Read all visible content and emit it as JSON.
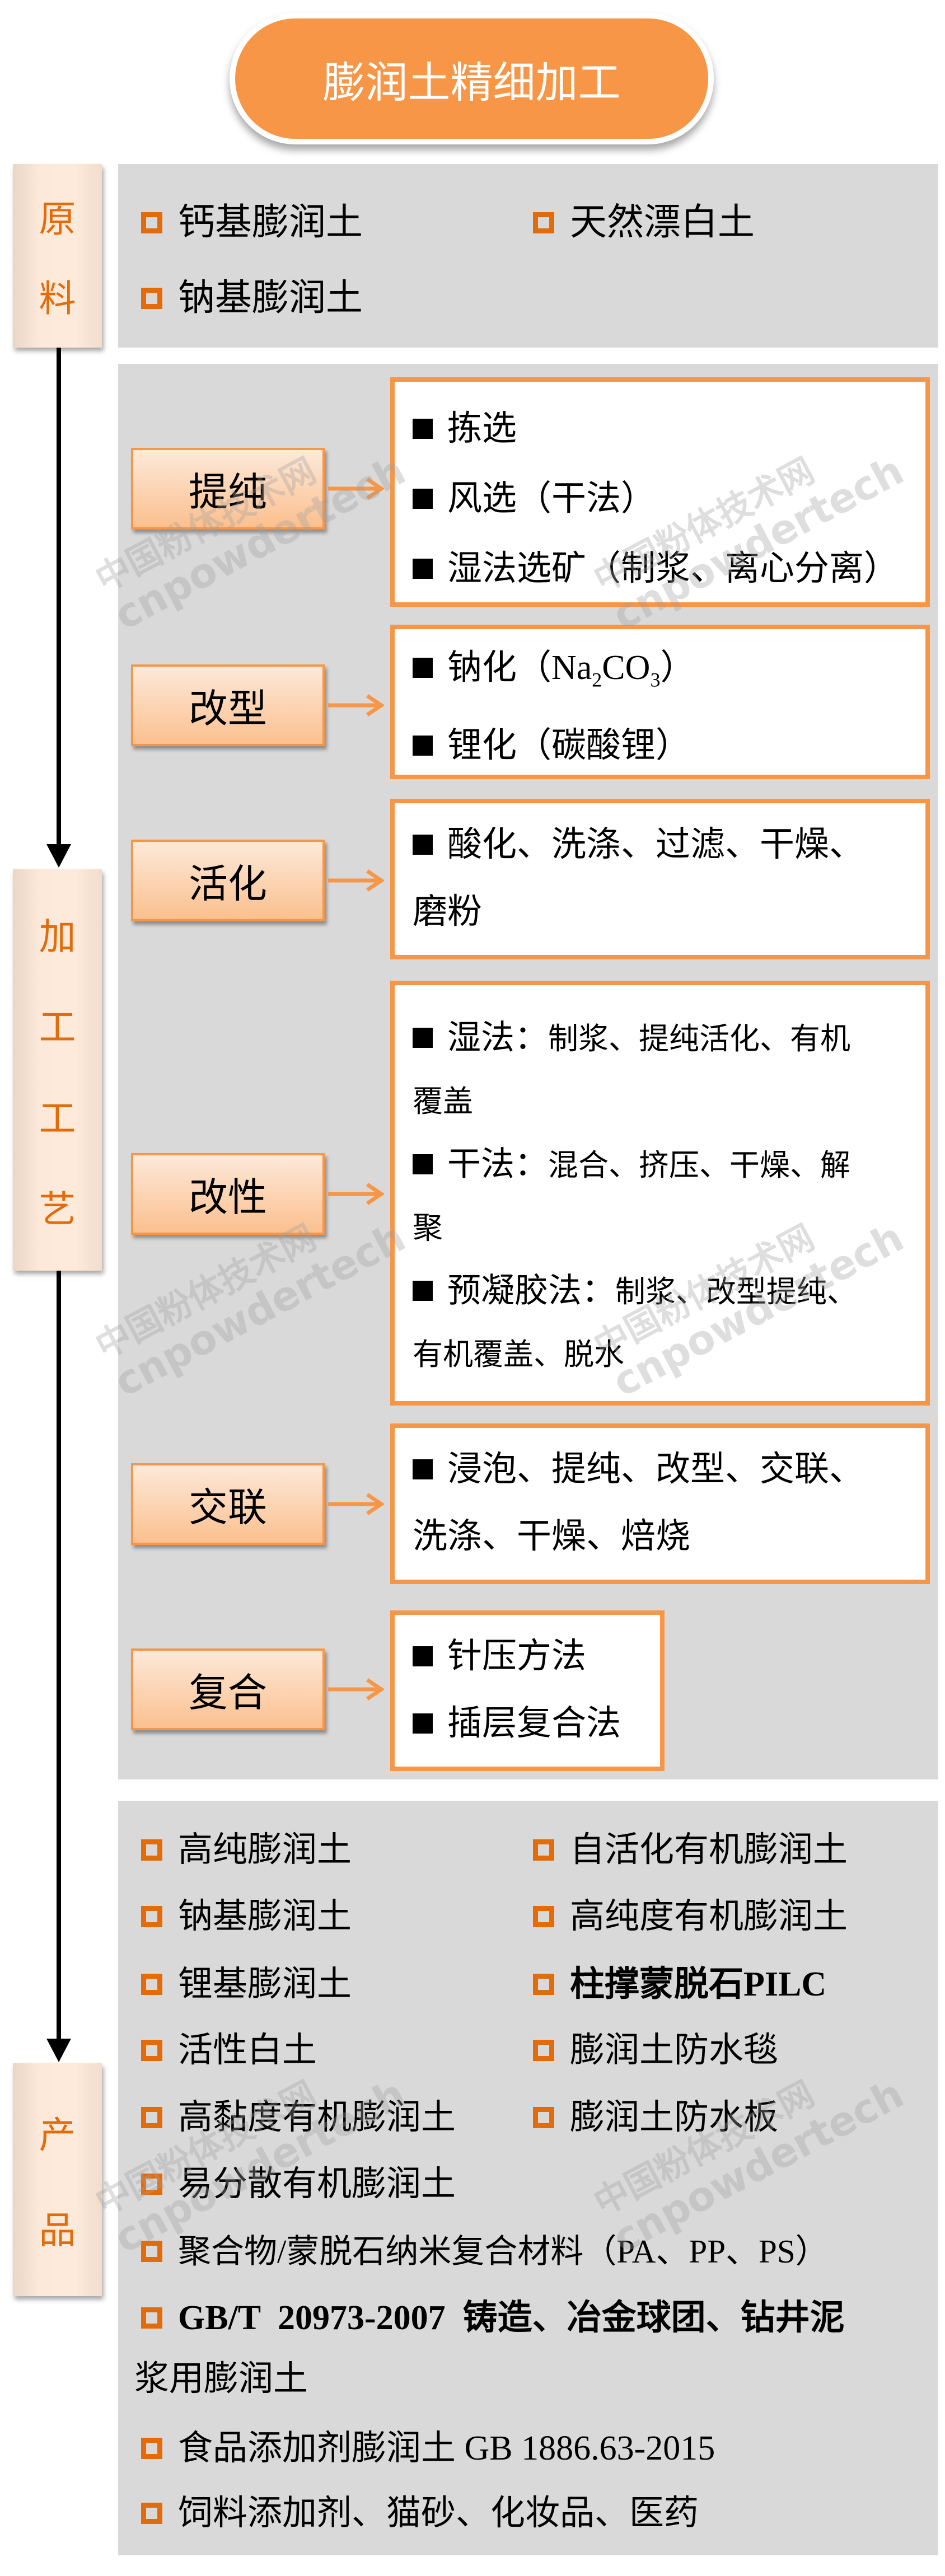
{
  "title": "膨润土精细加工",
  "raw_materials": {
    "tab_label": [
      "原",
      "料"
    ],
    "items": [
      "钙基膨润土",
      "天然漂白土",
      "钠基膨润土"
    ]
  },
  "processing": {
    "tab_label": [
      "加",
      "工",
      "工",
      "艺"
    ],
    "steps": [
      {
        "label": "提纯",
        "details": [
          "拣选",
          "风选（干法）",
          "湿法选矿（制浆、离心分离）"
        ]
      },
      {
        "label": "改型",
        "details": [
          "钠化（Na",
          "2",
          "CO",
          "3",
          "）",
          "锂化（碳酸锂）"
        ]
      },
      {
        "label": "活化",
        "details": [
          "酸化、洗涤、过滤、干燥、",
          "磨粉"
        ]
      },
      {
        "label": "改性",
        "details": [
          "湿法：",
          "制浆、提纯活化、有机",
          "覆盖",
          "干法：",
          "混合、挤压、干燥、解",
          "聚",
          "预凝胶法：",
          "制浆、改型提纯、",
          "有机覆盖、脱水"
        ]
      },
      {
        "label": "交联",
        "details": [
          "浸泡、提纯、改型、交联、",
          "洗涤、干燥、焙烧"
        ]
      },
      {
        "label": "复合",
        "details": [
          "针压方法",
          "插层复合法"
        ]
      }
    ]
  },
  "products": {
    "tab_label": [
      "产",
      "品"
    ],
    "items": [
      "高纯膨润土",
      "自活化有机膨润土",
      "钠基膨润土",
      "高纯度有机膨润土",
      "锂基膨润土",
      "柱撑蒙脱石PILC",
      "活性白土",
      "膨润土防水毯",
      "高黏度有机膨润土",
      "膨润土防水板",
      "易分散有机膨润土",
      "聚合物/蒙脱石纳米复合材料（PA、PP、PS）",
      "GB/T  20973-2007  铸造、冶金球团、钻井泥",
      "浆用膨润土",
      "食品添加剂膨润土 GB 1886.63-2015",
      "饲料添加剂、猫砂、化妆品、医药"
    ]
  },
  "watermark": {
    "line1": "中国粉体技术网",
    "line2": "cnpowdertech"
  },
  "colors": {
    "accent": "#f79646",
    "dark_orange": "#e36c0a",
    "panel": "#d9d9d9"
  }
}
